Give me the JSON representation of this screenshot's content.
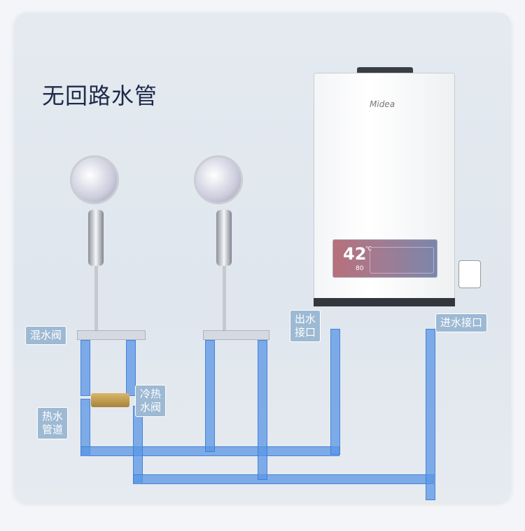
{
  "title": "无回路水管",
  "heater": {
    "brand": "Midea",
    "temperature": "42",
    "unit": "℃",
    "secondary": "80"
  },
  "labels": {
    "mixing_valve": "混水阀",
    "hot_cold_valve": [
      "冷热",
      "水阀"
    ],
    "hot_water_pipe": [
      "热水",
      "管道"
    ],
    "outlet": [
      "出水",
      "接口"
    ],
    "inlet": "进水接口"
  },
  "colors": {
    "pipe": "#5a96e6",
    "label_bg": "#9db9d3",
    "title": "#1f2b4a"
  }
}
